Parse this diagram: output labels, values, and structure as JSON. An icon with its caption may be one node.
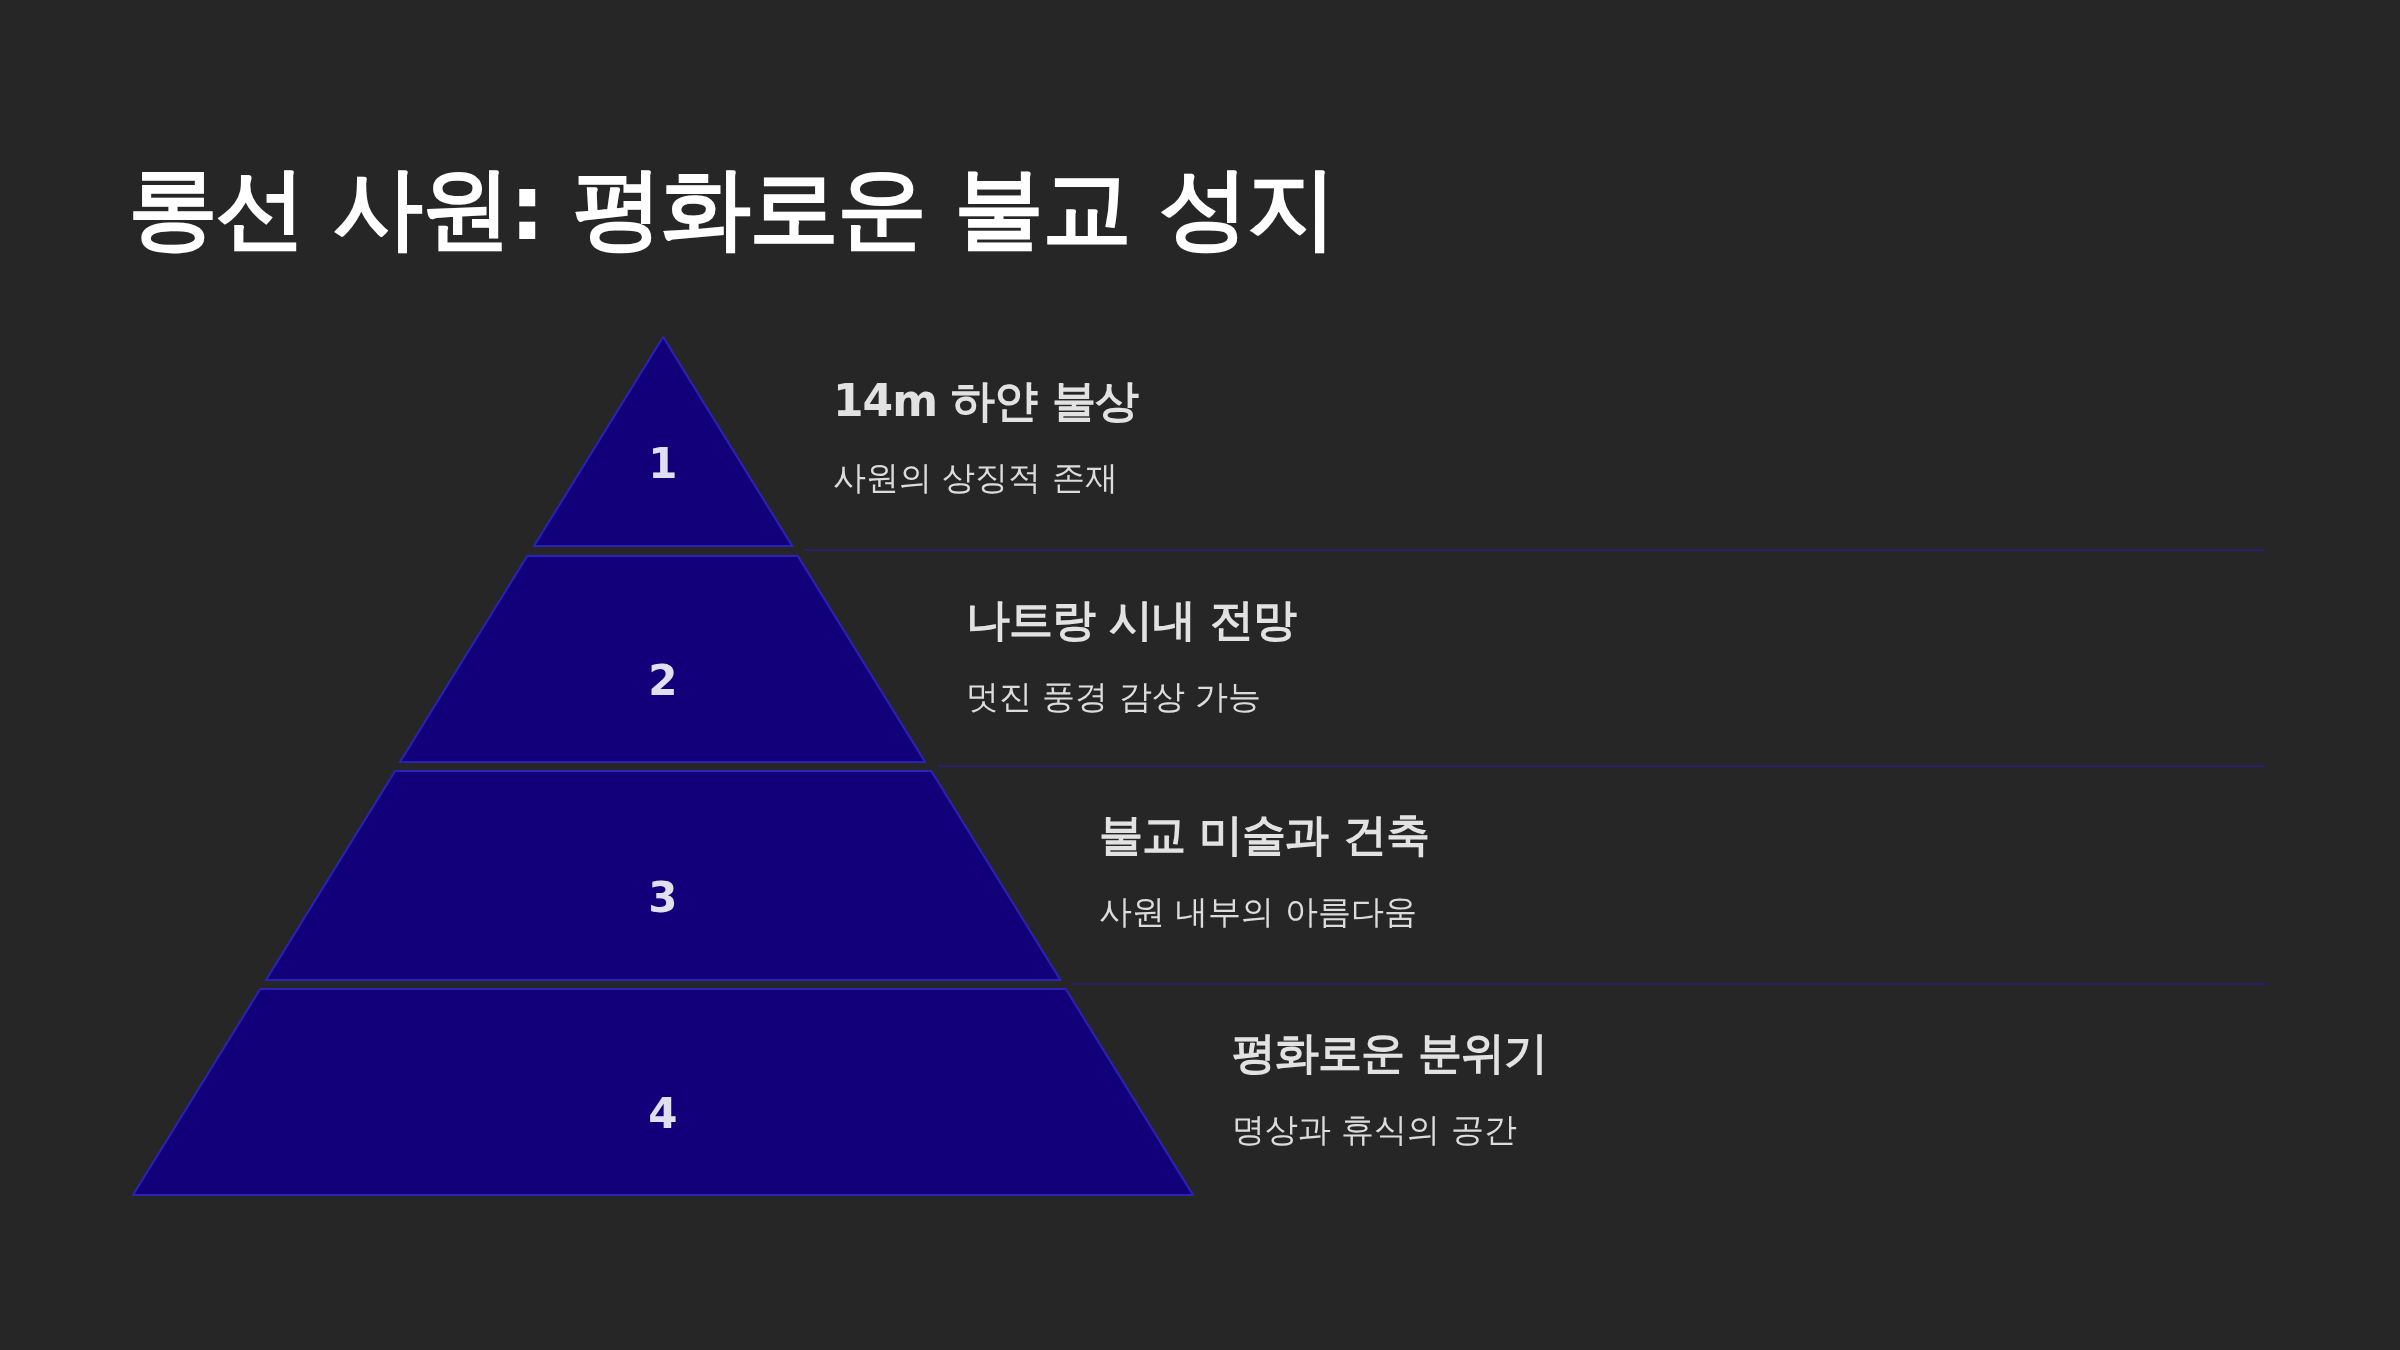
{
  "diagram": {
    "title": "롱선 사원: 평화로운 불교 성지",
    "nodes": [
      {
        "text": [
          "1"
        ],
        "beside": [
          "14m 하얀 불상",
          "사원의 상징적 존재"
        ]
      },
      {
        "text": [
          "2"
        ],
        "beside": [
          "나트랑 시내 전망",
          "멋진 풍경 감상 가능"
        ]
      },
      {
        "text": [
          "3"
        ],
        "beside": [
          "불교 미술과 건축",
          "사원 내부의 아름다움"
        ]
      },
      {
        "text": [
          "4"
        ],
        "beside": [
          "평화로운 분위기",
          "명상과 휴식의 공간"
        ]
      }
    ]
  }
}
